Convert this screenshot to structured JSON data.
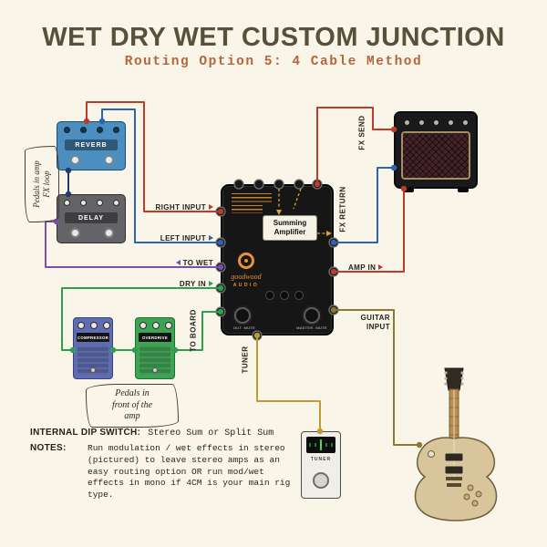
{
  "page": {
    "bg": "#f9f5e9",
    "title": "WET DRY WET CUSTOM JUNCTION",
    "subtitle": "Routing Option 5: 4 Cable Method",
    "title_color": "#57503b",
    "accent": "#e8923a"
  },
  "cables": {
    "red": "#c03a2b",
    "blue": "#2f63ad",
    "navy": "#23386b",
    "purple": "#7b4fa6",
    "green": "#2f9e4e",
    "gold": "#c09a35",
    "olive": "#8a7a33"
  },
  "junction": {
    "summing": [
      "Summing",
      "Amplifier"
    ],
    "brand_script": "goodwood",
    "brand_caps": "AUDIO",
    "fs_labels": [
      "OUT. MUTE",
      "MASTER. MUTE"
    ]
  },
  "labels": {
    "right_input": "RIGHT INPUT",
    "left_input": "LEFT INPUT",
    "to_wet": "TO WET",
    "dry_in": "DRY IN",
    "to_board": "TO BOARD",
    "tuner_out": "TUNER",
    "fx_send": "FX SEND",
    "fx_return": "FX RETURN",
    "amp_in": "AMP IN",
    "guitar_input_1": "GUITAR",
    "guitar_input_2": "INPUT"
  },
  "pedals": {
    "reverb": {
      "label": "REVERB",
      "color": "#4a8fc0"
    },
    "delay": {
      "label": "DELAY",
      "color": "#646468"
    },
    "compressor": {
      "label": "COMPRESSOR",
      "color": "#5e6cb4"
    },
    "overdrive": {
      "label": "OVERDRIVE",
      "color": "#3da454"
    },
    "tuner": {
      "label": "TUNER",
      "color": "#efeee8"
    }
  },
  "annotations": {
    "fx_loop": [
      "Pedals in amp",
      "FX loop"
    ],
    "front_amp": [
      "Pedals in",
      "front of the",
      "amp"
    ]
  },
  "footer": {
    "dip_label": "INTERNAL DIP SWITCH:",
    "dip_value": "Stereo Sum or Split Sum",
    "notes_label": "NOTES:",
    "notes_lines": [
      "Run modulation / wet effects in stereo",
      "(pictured) to leave stereo amps as an",
      "easy routing option OR run mod/wet",
      "effects in mono if 4CM is your main rig",
      "type."
    ]
  }
}
